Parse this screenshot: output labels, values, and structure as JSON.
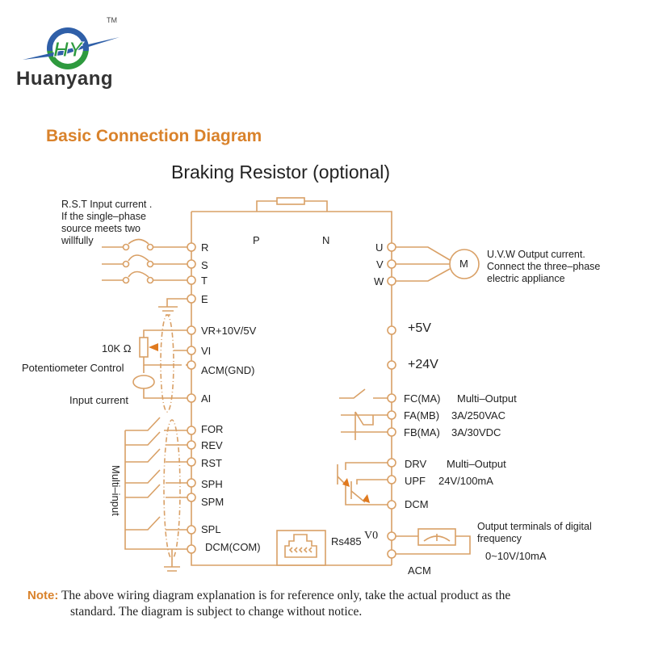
{
  "brand": {
    "name": "Huanyang",
    "trademark": "TM",
    "logo_letters": "HY",
    "colors": {
      "blue": "#2f5fa8",
      "green": "#2e9a3e",
      "text": "#333333"
    }
  },
  "title": "Basic Connection Diagram",
  "subtitle": "Braking Resistor (optional)",
  "colors": {
    "wire": "#d9a066",
    "accent": "#d9822b",
    "arrow": "#e07a1f"
  },
  "braking": {
    "p_label": "P",
    "n_label": "N"
  },
  "input_note": [
    "R.S.T Input current .",
    "If the single–phase",
    "source meets two",
    "willfully"
  ],
  "left_terminals": [
    {
      "id": "R",
      "label": "R"
    },
    {
      "id": "S",
      "label": "S"
    },
    {
      "id": "T",
      "label": "T"
    },
    {
      "id": "E",
      "label": "E"
    },
    {
      "id": "VR",
      "label": "VR+10V/5V"
    },
    {
      "id": "VI",
      "label": "VI"
    },
    {
      "id": "ACM_GND",
      "label": "ACM(GND)"
    },
    {
      "id": "AI",
      "label": "AI"
    },
    {
      "id": "FOR",
      "label": "FOR"
    },
    {
      "id": "REV",
      "label": "REV"
    },
    {
      "id": "RST",
      "label": "RST"
    },
    {
      "id": "SPH",
      "label": "SPH"
    },
    {
      "id": "SPM",
      "label": "SPM"
    },
    {
      "id": "SPL",
      "label": "SPL"
    },
    {
      "id": "DCM_COM",
      "label": "DCM(COM)"
    }
  ],
  "analog": {
    "resistor_label": "10K Ω",
    "pot_label": "Potentiometer Control",
    "current_label": "Input current"
  },
  "multi_input_label": "Multi–input",
  "rs485_label": "Rs485",
  "output": {
    "u": "U",
    "v": "V",
    "w": "W",
    "motor": "M",
    "uvw_note": [
      "U.V.W Output current.",
      "Connect the three–phase",
      "electric appliance"
    ]
  },
  "right_terminals": {
    "p5v": "+5V",
    "p24v": "+24V",
    "fc": "FC(MA)",
    "fc_desc": "Multi–Output",
    "fa": "FA(MB)",
    "fa_desc": "3A/250VAC",
    "fb": "FB(MA)",
    "fb_desc": "3A/30VDC",
    "drv": "DRV",
    "drv_desc": "Multi–Output",
    "upf": "UPF",
    "upf_desc": "24V/100mA",
    "dcm": "DCM",
    "v0": "V0",
    "acm": "ACM"
  },
  "freq_note": [
    "Output terminals of digital",
    "frequency"
  ],
  "freq_range": "0~10V/10mA",
  "note": {
    "key": "Note:",
    "line1": "The above wiring diagram explanation is for reference only, take the actual product as the",
    "line2": "standard. The diagram is subject to change without notice."
  }
}
